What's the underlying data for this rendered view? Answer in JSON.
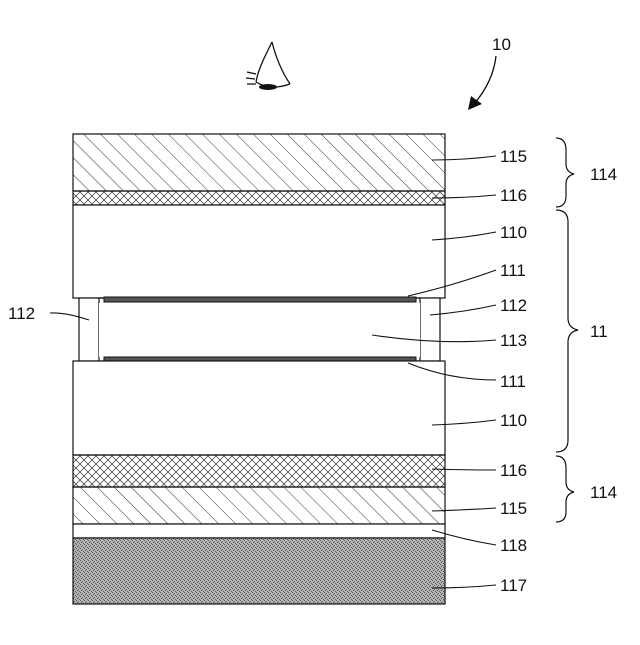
{
  "figure_ref": "10",
  "labels": {
    "protective_layer": "115",
    "adhesive_layer": "116",
    "substrate": "110",
    "electrode": "111",
    "spacer": "112",
    "liquid_crystal_layer": "113",
    "film_stack": "114",
    "panel": "11",
    "thin_layer": "118",
    "bottom_layer": "117"
  },
  "colors": {
    "stroke": "#111111",
    "background": "#ffffff",
    "bottom_fill": "#9a9a9a"
  }
}
